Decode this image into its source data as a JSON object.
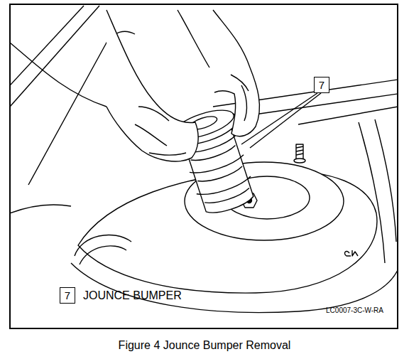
{
  "diagram": {
    "caption": "Figure 4 Jounce Bumper Removal",
    "nodes": [
      {
        "text": [
          "7"
        ]
      },
      {
        "text": [
          "7"
        ]
      }
    ],
    "labels": [
      "JOUNCE BUMPER",
      "LC0007-3C-W-RA"
    ]
  }
}
